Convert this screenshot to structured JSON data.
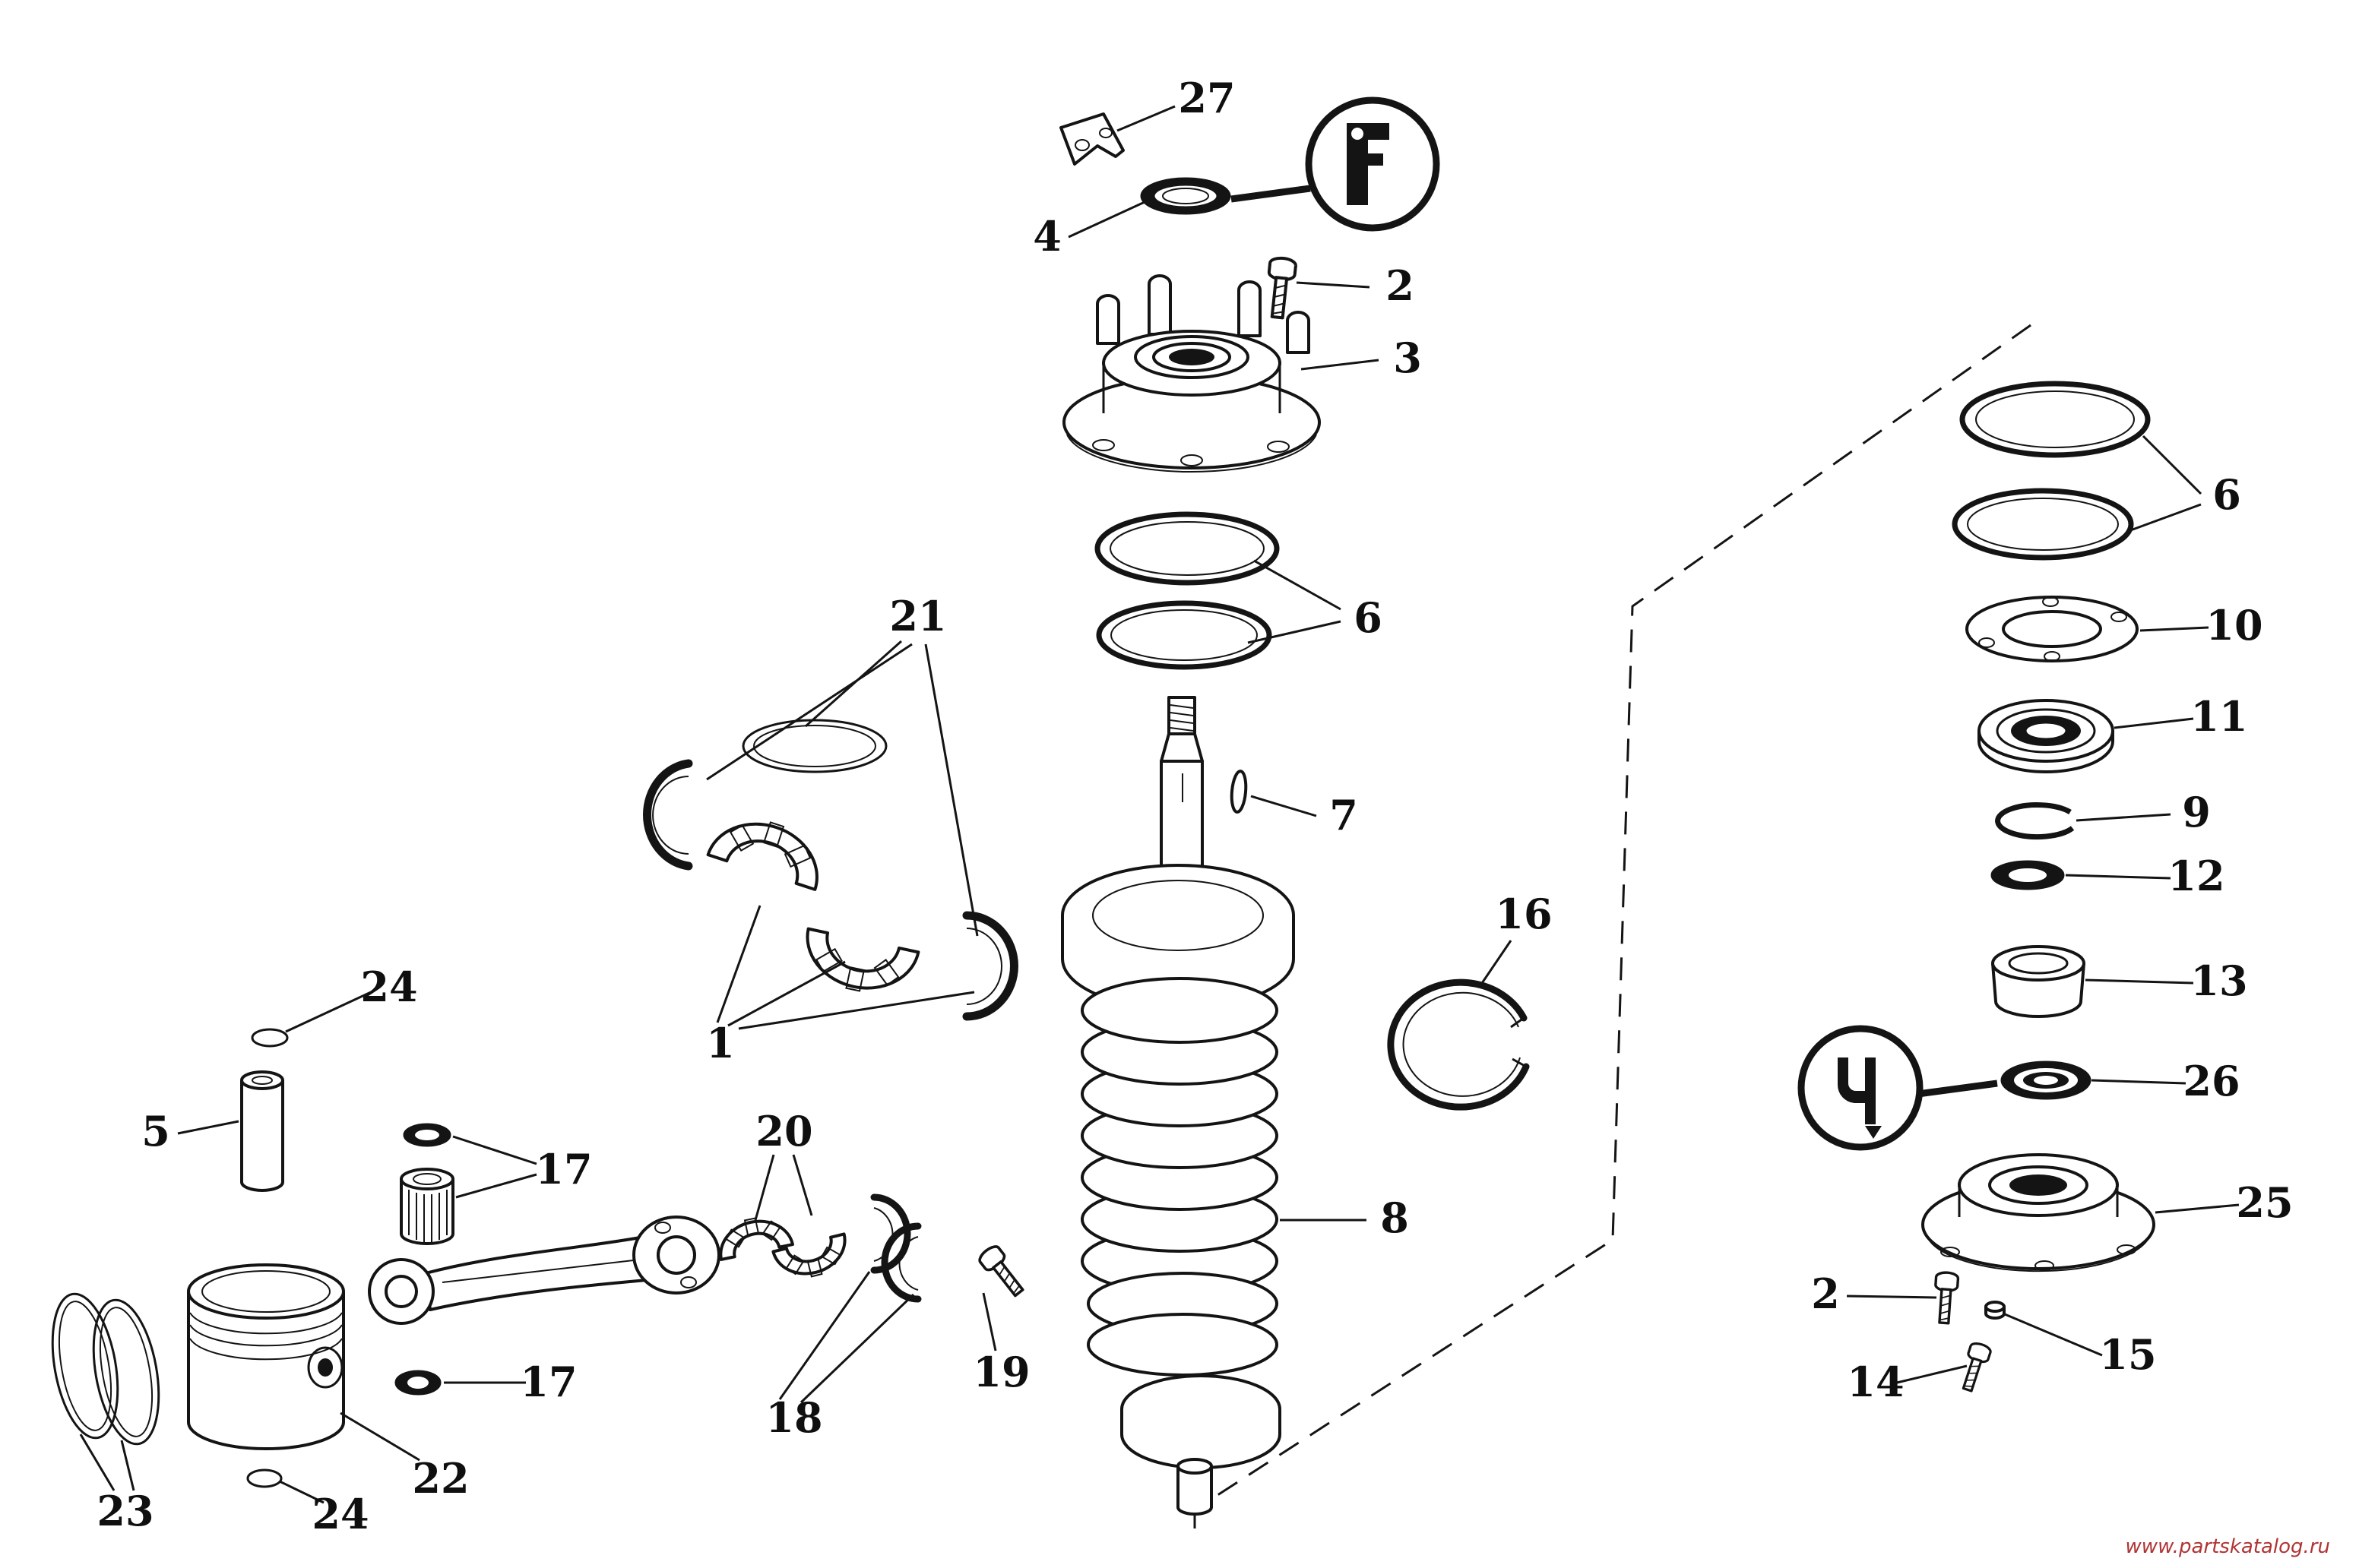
{
  "diagram": {
    "background": "#ffffff",
    "line_color": "#141414",
    "callouts": {
      "part27": "27",
      "part4": "4",
      "part2_top": "2",
      "part3": "3",
      "part6_center": "6",
      "part21": "21",
      "part1": "1",
      "part7": "7",
      "part16": "16",
      "part8": "8",
      "part24_top": "24",
      "part5": "5",
      "part17_top": "17",
      "part20": "20",
      "part19": "19",
      "part18": "18",
      "part17_bottom": "17",
      "part22": "22",
      "part23": "23",
      "part24_bottom": "24",
      "part6_right": "6",
      "part10": "10",
      "part11": "11",
      "part9": "9",
      "part12": "12",
      "part13": "13",
      "part26": "26",
      "part25": "25",
      "part2_right": "2",
      "part15": "15",
      "part14": "14"
    },
    "watermark": {
      "text": "www.partskatalog.ru",
      "color": "#b03434"
    }
  }
}
